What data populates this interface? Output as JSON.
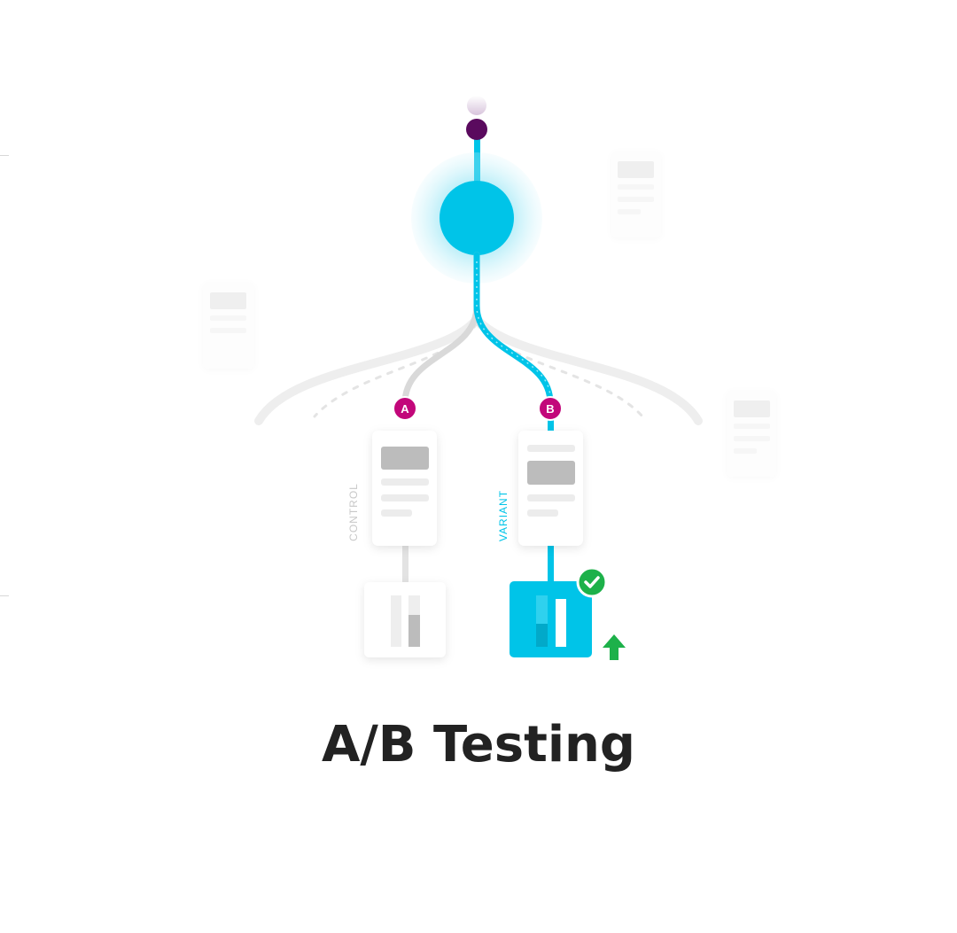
{
  "title": "A/B Testing",
  "branches": {
    "a": {
      "badge": "A",
      "label": "CONTROL"
    },
    "b": {
      "badge": "B",
      "label": "VARIANT"
    }
  },
  "colors": {
    "accent": "#00c4e8",
    "badge": "#c2077a",
    "dot": "#5a0a5e",
    "success": "#1db14a",
    "muted": "#d9d9d9",
    "text": "#222222"
  },
  "icons": {
    "success": "check-icon",
    "improvement": "arrow-up-icon"
  }
}
